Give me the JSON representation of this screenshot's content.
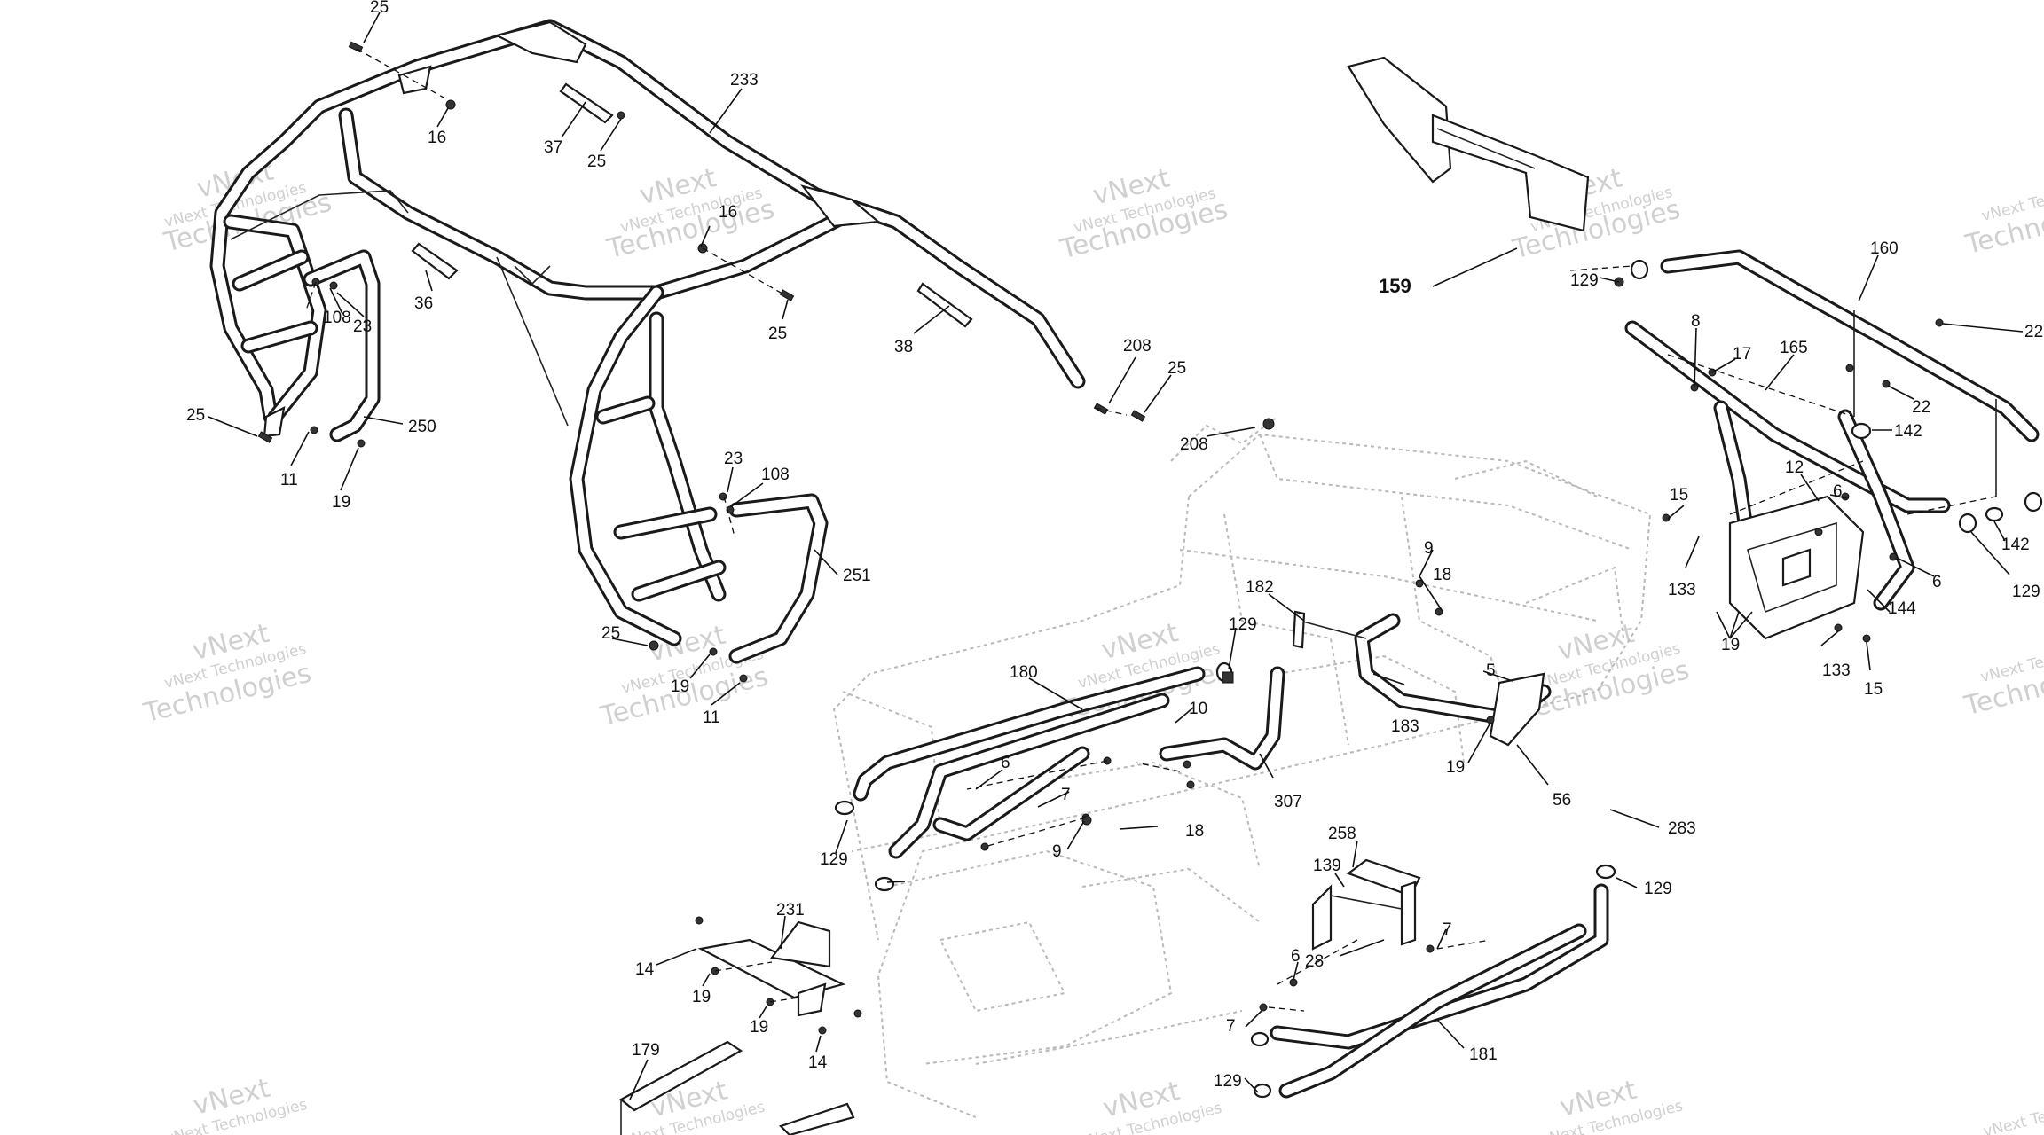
{
  "watermark": {
    "line1": "vNext Technologies",
    "line2": "Technologies",
    "line3": "vNext"
  },
  "callouts": [
    "25",
    "16",
    "37",
    "25",
    "233",
    "16",
    "25",
    "36",
    "108",
    "23",
    "25",
    "250",
    "11",
    "19",
    "38",
    "208",
    "25",
    "208",
    "23",
    "108",
    "251",
    "25",
    "19",
    "11",
    "180",
    "6",
    "7",
    "129",
    "9",
    "18",
    "10",
    "129",
    "307",
    "182",
    "9",
    "18",
    "183",
    "5",
    "19",
    "56",
    "283",
    "258",
    "139",
    "6",
    "28",
    "7",
    "7",
    "129",
    "181",
    "129",
    "231",
    "14",
    "19",
    "19",
    "14",
    "179",
    "159",
    "129",
    "8",
    "17",
    "165",
    "160",
    "22",
    "22",
    "142",
    "12",
    "6",
    "15",
    "133",
    "19",
    "133",
    "15",
    "144",
    "6",
    "142",
    "129"
  ],
  "bold_callouts": [
    "159"
  ]
}
